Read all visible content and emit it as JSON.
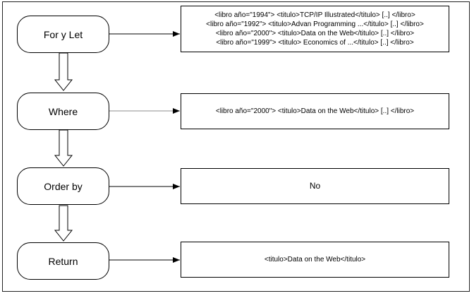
{
  "stages": [
    {
      "id": "for-let",
      "label": "For y Let"
    },
    {
      "id": "where",
      "label": "Where"
    },
    {
      "id": "order-by",
      "label": "Order by"
    },
    {
      "id": "return",
      "label": "Return"
    }
  ],
  "results": {
    "for_let": [
      "<libro año=\"1994\"> <titulo>TCP/IP Illustrated</titulo> [..] </libro>",
      "<libro año=\"1992\"> <titulo>Advan Programming ...</titulo> [..] </libro>",
      "<libro año=\"2000\"> <titulo>Data on the Web</titulo> [..] </libro>",
      "<libro año=\"1999\"> <titulo> Economics of ...</titulo> [..] </libro>"
    ],
    "where": [
      "<libro año=\"2000\"> <titulo>Data on the Web</titulo> [..] </libro>"
    ],
    "order_by": [
      "No"
    ],
    "return": [
      "<titulo>Data on the Web</titulo>"
    ]
  }
}
